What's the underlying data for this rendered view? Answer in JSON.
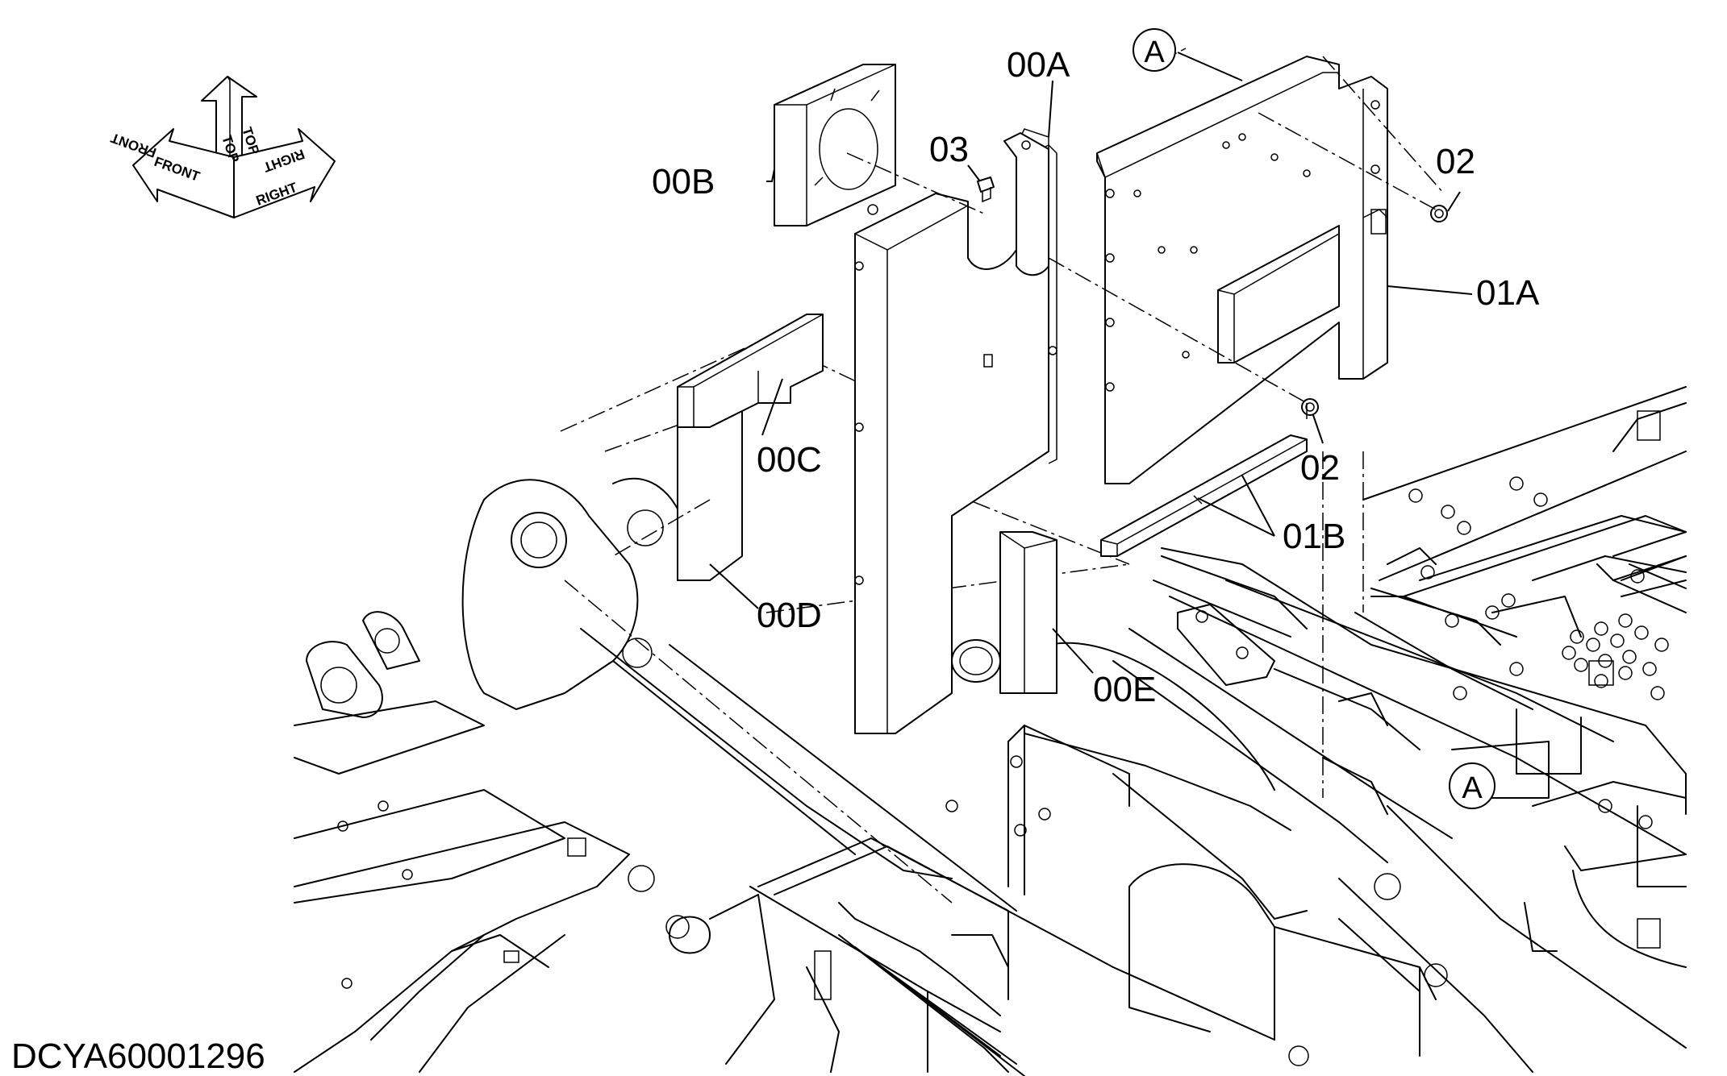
{
  "labels": {
    "l00A": "00A",
    "l00B": "00B",
    "l00C": "00C",
    "l00D": "00D",
    "l00E": "00E",
    "l01A": "01A",
    "l01B": "01B",
    "l02a": "02",
    "l02b": "02",
    "l03": "03"
  },
  "callouts": {
    "ref_top": "A",
    "ref_bottom": "A"
  },
  "orientation": {
    "top": "TOP",
    "top2": "TOP",
    "front": "FRONT",
    "front2": "FRONT",
    "right": "RIGHT",
    "right2": "RIGHT"
  },
  "drawing_code": "DCYA60001296"
}
